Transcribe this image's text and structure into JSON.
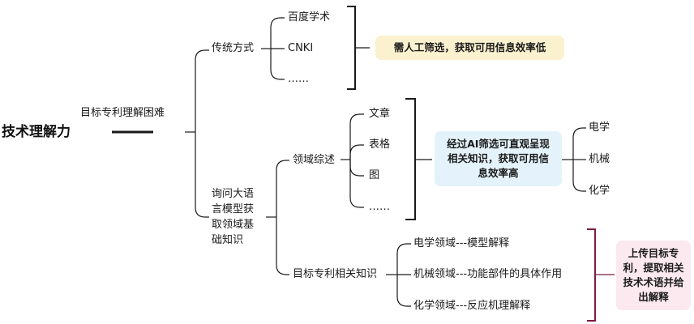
{
  "root": {
    "title": "技术理解力"
  },
  "main_branch": {
    "label": "目标专利理解困难"
  },
  "traditional": {
    "label": "传统方式",
    "items": [
      "百度学术",
      "CNKI",
      "……"
    ],
    "note": "需人工筛选，获取可用信息效率低",
    "colors": {
      "note_bg": "#fbf1cf",
      "bracket": "#1a1a1a"
    }
  },
  "llm": {
    "label": "询问大语言模型获取领域基础知识",
    "review": {
      "label": "领域综述",
      "items": [
        "文章",
        "表格",
        "图",
        "……"
      ],
      "note": "经过AI筛选可直观呈现相关知识，获取可用信息效率高",
      "fields": [
        "电学",
        "机械",
        "化学"
      ],
      "colors": {
        "note_bg": "#e4f3fb"
      }
    },
    "patent": {
      "label": "目标专利相关知识",
      "items": [
        "电学领域---模型解释",
        "机械领域---功能部件的具体作用",
        "化学领域---反应机理解释"
      ],
      "note": "上传目标专利，提取相关技术术语并给出解释",
      "colors": {
        "note_bg": "#fbe9ef",
        "bracket": "#7a1c44"
      }
    }
  }
}
